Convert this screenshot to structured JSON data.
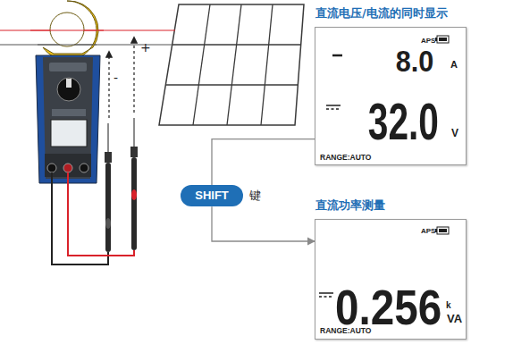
{
  "diagram": {
    "nodes": [
      {
        "text": [
          "直流电压/电流的同时显示",
          "APS",
          "8.0",
          "A",
          "32.0",
          "V",
          "RANGE:AUTO"
        ]
      },
      {
        "text": [
          "SHIFT"
        ]
      },
      {
        "text": [
          "直流功率测量",
          "APS",
          "0.256",
          "k",
          "VA",
          "RANGE:AUTO"
        ]
      }
    ],
    "edges": [
      {
        "from": 0,
        "to": 1,
        "arrow": "none"
      },
      {
        "from": 1,
        "to": 2,
        "arrow": "to"
      }
    ],
    "labels": [
      "键",
      "+",
      "-"
    ]
  }
}
